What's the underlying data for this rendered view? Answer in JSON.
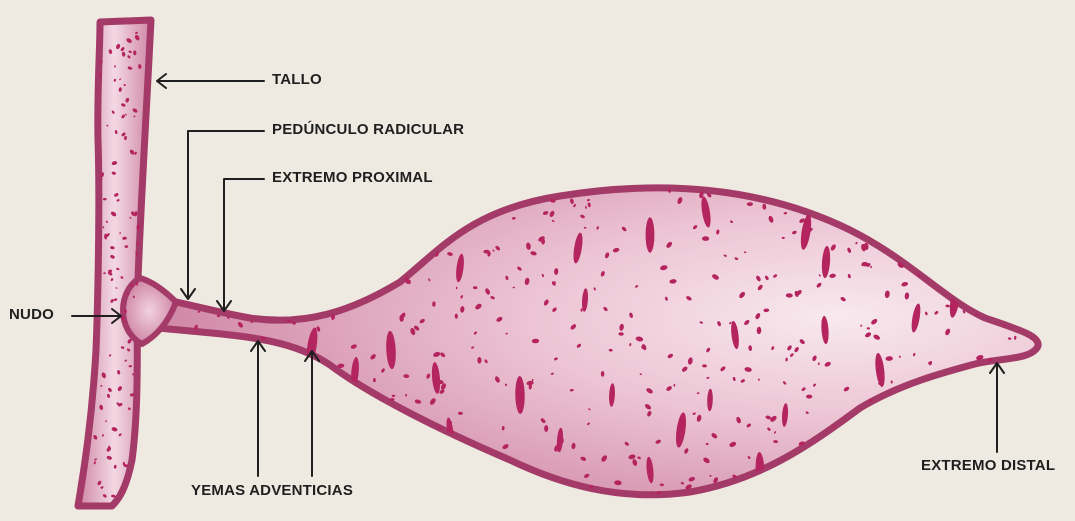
{
  "labels": {
    "tallo": "TALLO",
    "peduncle": "PEDÚNCULO RADICULAR",
    "proximal": "EXTREMO PROXIMAL",
    "nudo": "NUDO",
    "yemas": "YEMAS ADVENTICIAS",
    "distal": "EXTREMO DISTAL"
  },
  "colors": {
    "background": "#efeae1",
    "outline": "#a33a68",
    "fill_light": "#f6e3ea",
    "fill_mid": "#e4aac0",
    "fill_dark": "#c9789a",
    "dots": "#b4255f",
    "arrow": "#1f1f1f"
  }
}
